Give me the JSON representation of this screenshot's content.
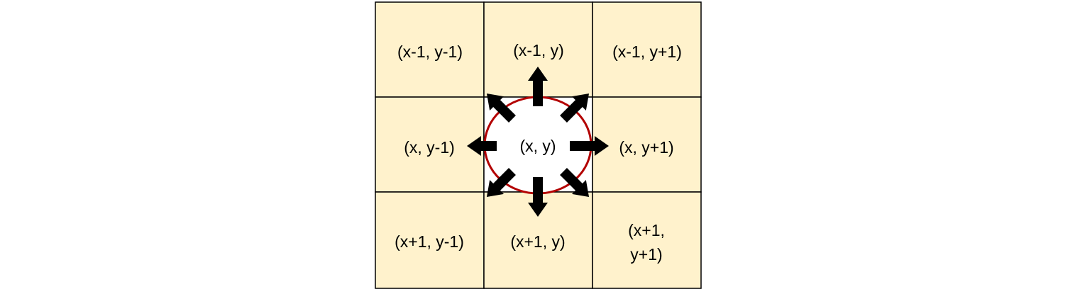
{
  "colors": {
    "cell_fill": "#fff2cc",
    "grid_line": "#000000",
    "center_fill": "#ffffff",
    "circle_stroke": "#b30000",
    "arrow": "#000000"
  },
  "cells": {
    "r0c0": "(x-1, y-1)",
    "r0c1": "(x-1, y)",
    "r0c2": "(x-1, y+1)",
    "r1c0": "(x, y-1)",
    "r1c1": "(x, y)",
    "r1c2": "(x, y+1)",
    "r2c0": "(x+1, y-1)",
    "r2c1": "(x+1, y)",
    "r2c2_line1": "(x+1,",
    "r2c2_line2": "y+1)"
  }
}
